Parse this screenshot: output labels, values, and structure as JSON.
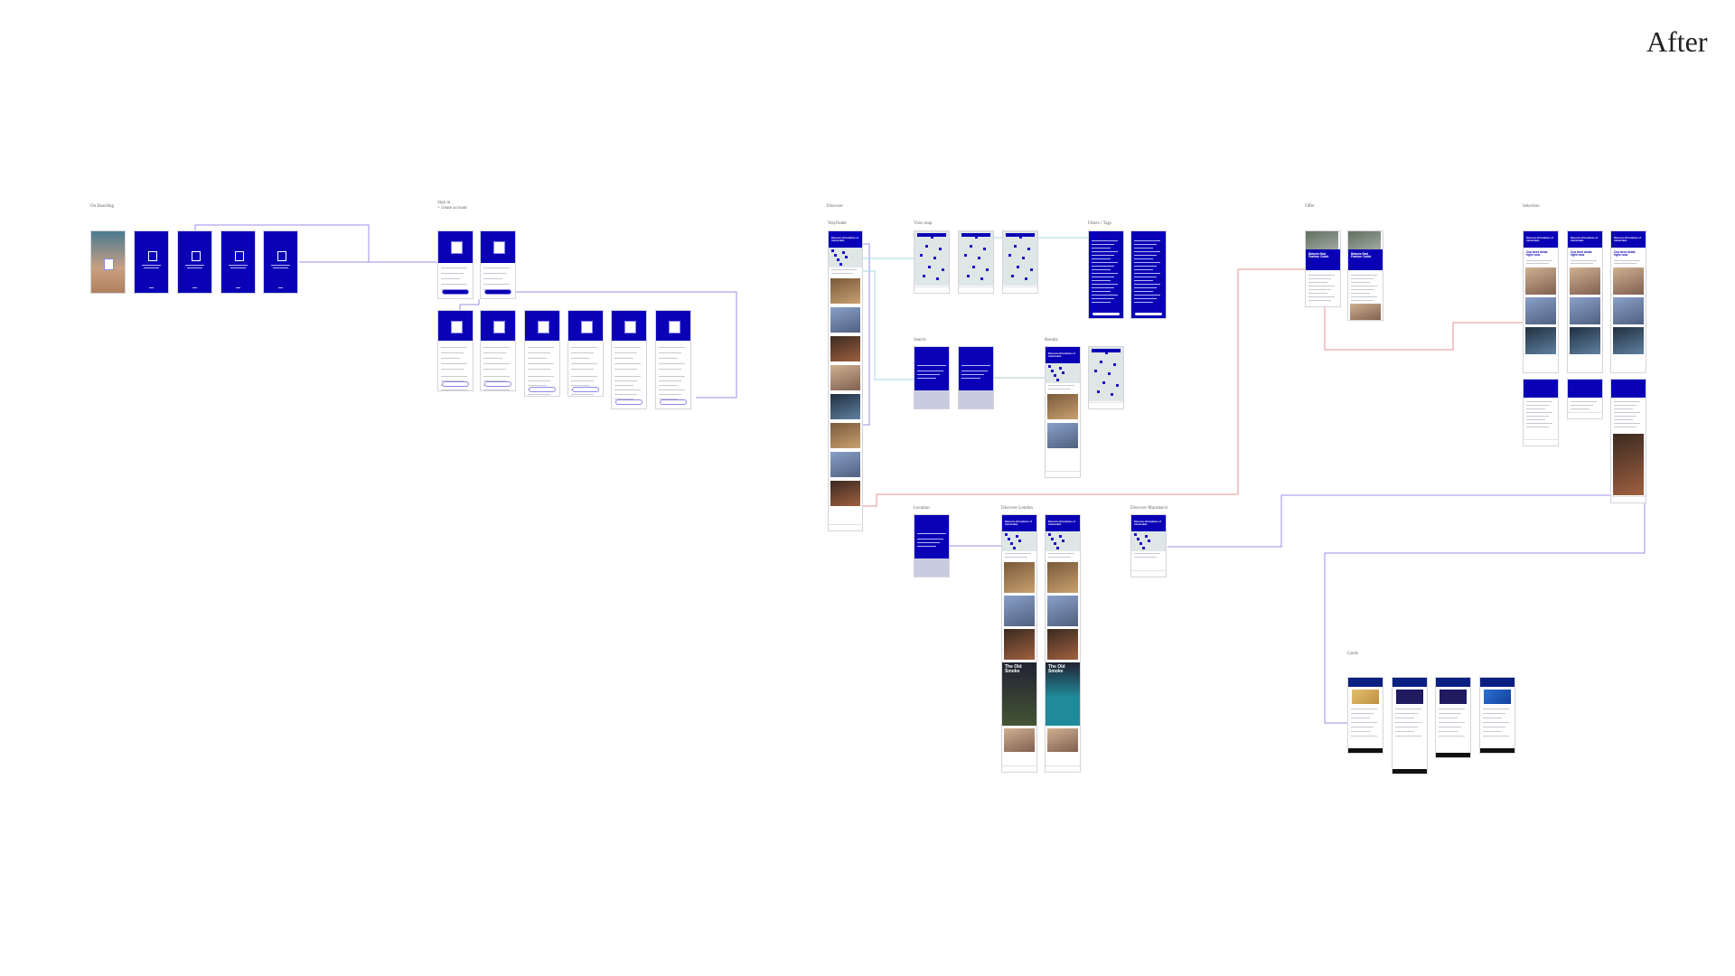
{
  "canvas": {
    "title": "After"
  },
  "sections": {
    "onboarding": "On Boarding",
    "signin": "Sign in\n+ create account",
    "discover": "Discover",
    "wayfinder": "Wayfinder",
    "viewmap": "View map",
    "filters": "Filters / Tags",
    "search": "Search",
    "results": "Results",
    "location": "Location",
    "discover_london": "Discover London",
    "discover_marrakech": "Discover Marrakech",
    "offer": "Offer",
    "selection": "Selection",
    "cards": "Cards"
  },
  "screens": {
    "old_smoke": "The Old Smoke",
    "best_deals": "Our best deals right now",
    "offer_title": "Batavia Stad Fashion Outlet",
    "discover_header": "Discover all locations of Amsterdam"
  },
  "colors": {
    "brand_blue": "#0a00b6",
    "link_purple": "#9b8fe8",
    "link_red": "#e89090",
    "teal": "#1f8a9a"
  }
}
